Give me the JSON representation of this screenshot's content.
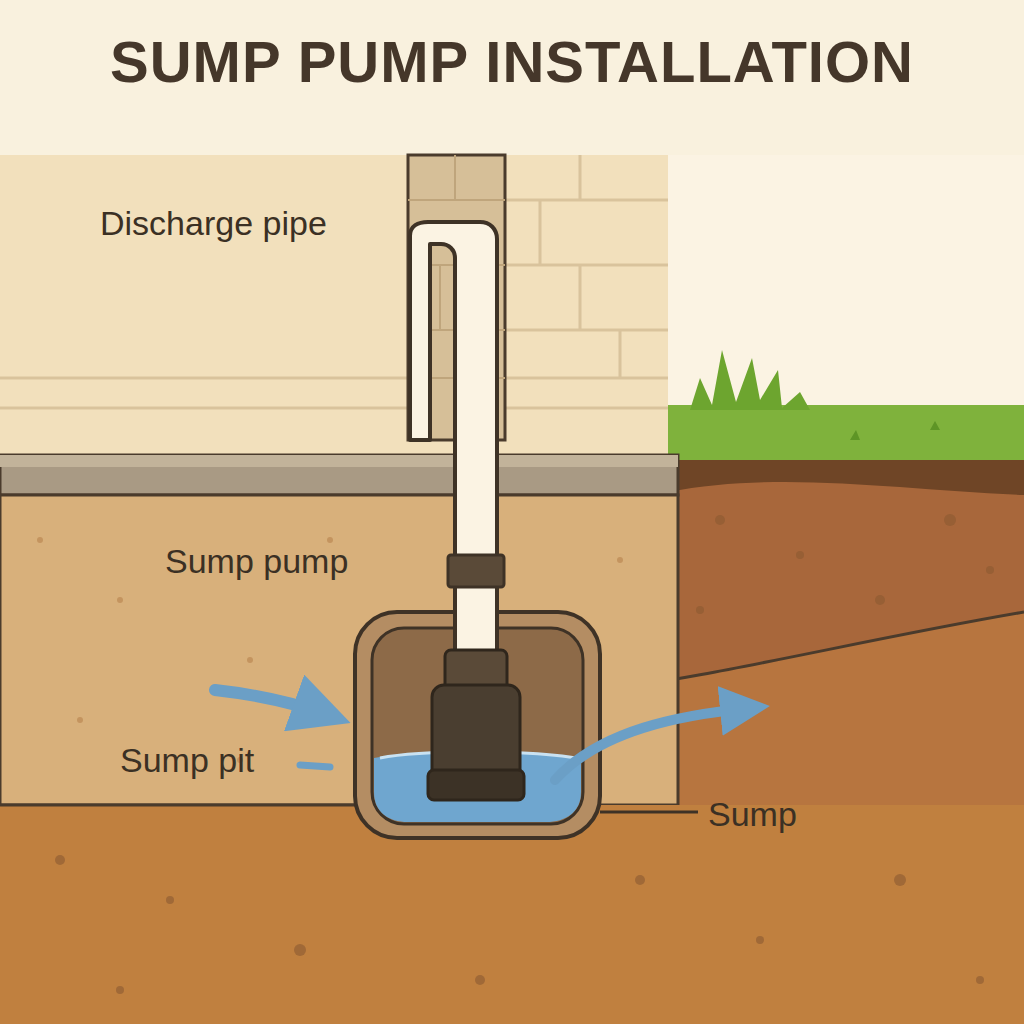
{
  "diagram": {
    "title": "SUMP PUMP INSTALLATION",
    "labels": [
      "Discharge pipe",
      "Sump pump",
      "Sump pit",
      "Sump"
    ]
  }
}
